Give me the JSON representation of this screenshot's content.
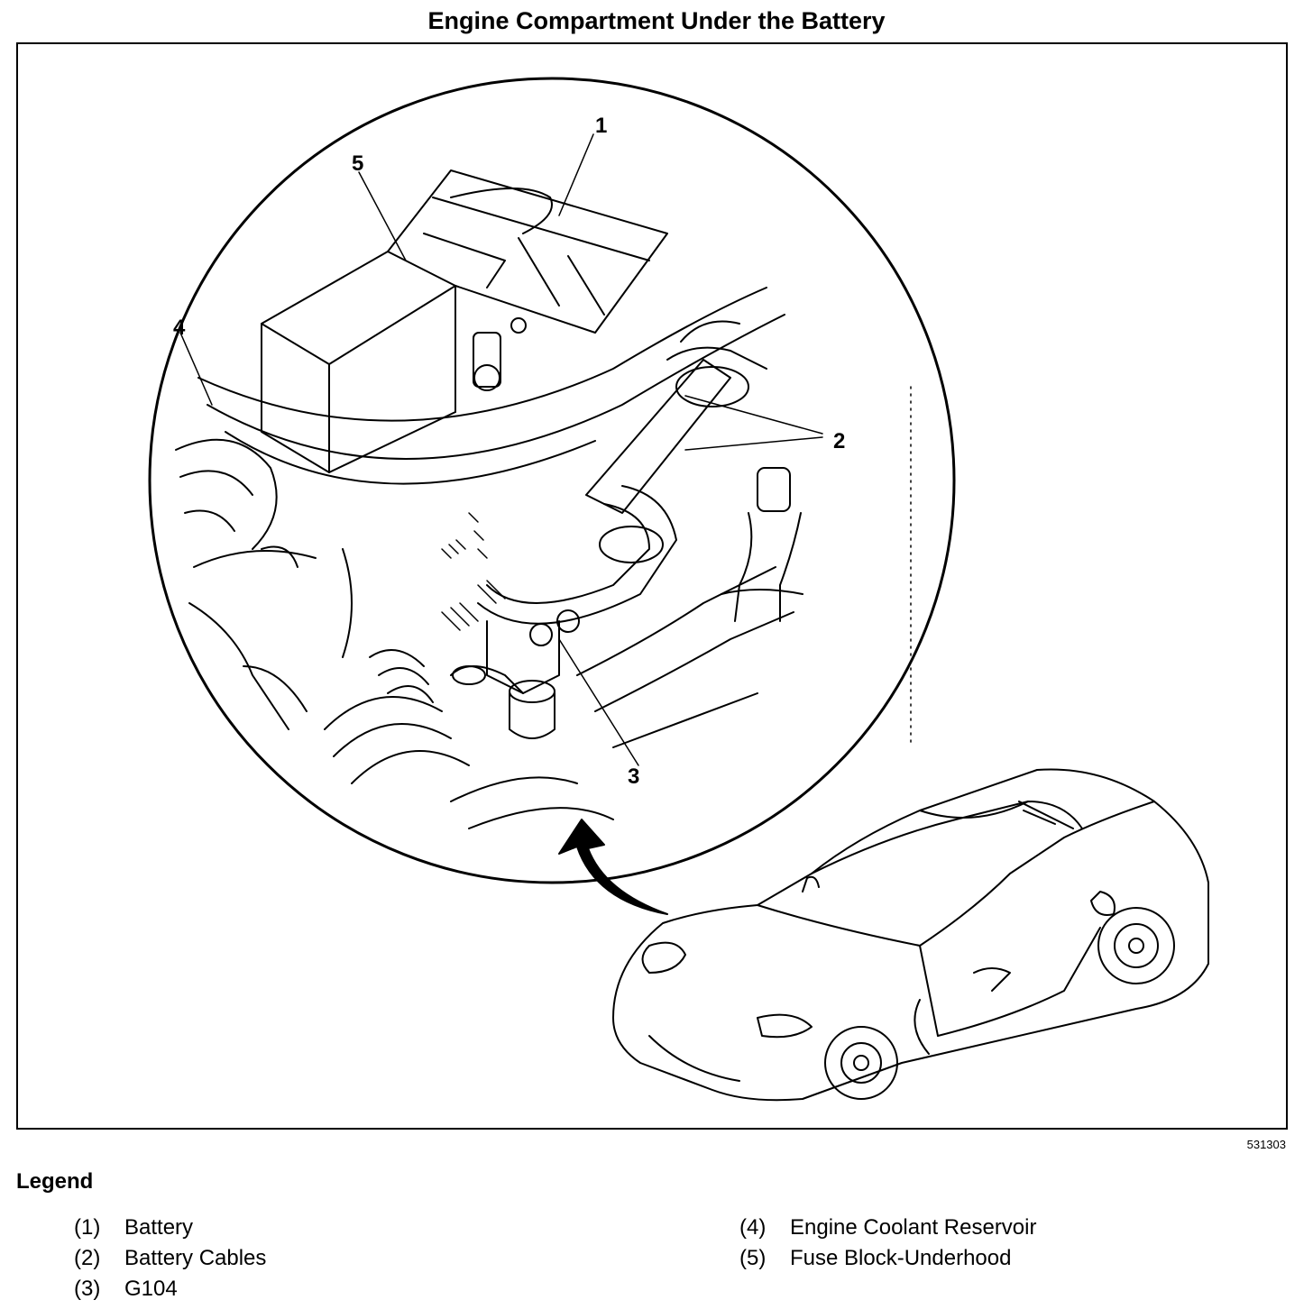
{
  "title": "Engine Compartment Under the Battery",
  "figure_id": "531303",
  "callouts": [
    "1",
    "2",
    "3",
    "4",
    "5"
  ],
  "legend": {
    "heading": "Legend",
    "items": [
      {
        "num": "(1)",
        "label": "Battery"
      },
      {
        "num": "(2)",
        "label": "Battery Cables"
      },
      {
        "num": "(3)",
        "label": "G104"
      },
      {
        "num": "(4)",
        "label": "Engine Coolant Reservoir"
      },
      {
        "num": "(5)",
        "label": "Fuse Block-Underhood"
      }
    ]
  }
}
